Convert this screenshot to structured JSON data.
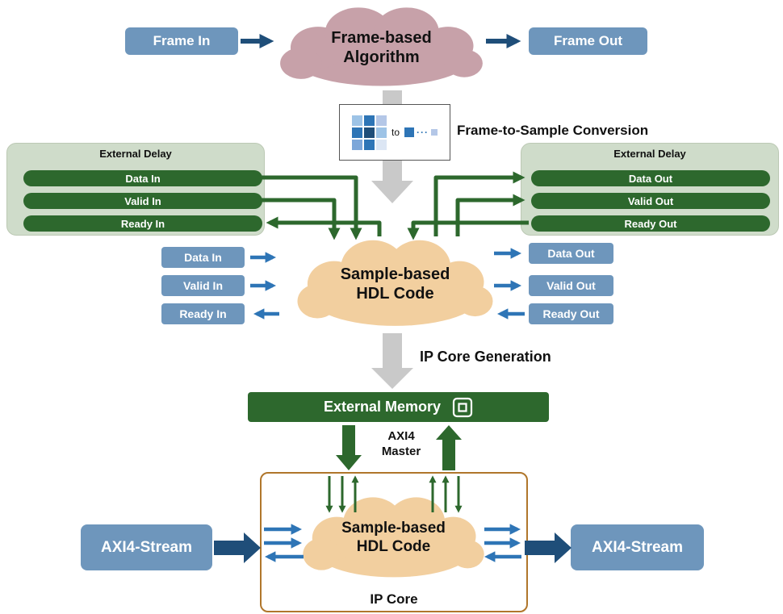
{
  "colors": {
    "box_blue": "#6e96bc",
    "arrow_dark_blue": "#1f4e79",
    "arrow_blue": "#2e75b6",
    "dark_green": "#2d682d",
    "panel_light_green": "#cfdcca",
    "cloud_mauve": "#c7a1a9",
    "cloud_tan": "#f2cf9f",
    "arrow_gray": "#c9c9c9",
    "ip_core_border": "#b0762b"
  },
  "top": {
    "frame_in": "Frame In",
    "frame_out": "Frame Out",
    "cloud_line1": "Frame-based",
    "cloud_line2": "Algorithm"
  },
  "conversion": {
    "to": "to",
    "dots": "···",
    "label": "Frame-to-Sample Conversion",
    "icon": "frame-to-sample-thumbnail"
  },
  "delay_left": {
    "title": "External Delay",
    "bars": [
      "Data In",
      "Valid In",
      "Ready In"
    ]
  },
  "delay_right": {
    "title": "External Delay",
    "bars": [
      "Data Out",
      "Valid Out",
      "Ready Out"
    ]
  },
  "mid": {
    "cloud_line1": "Sample-based",
    "cloud_line2": "HDL Code",
    "left_labels": [
      "Data In",
      "Valid In",
      "Ready In"
    ],
    "right_labels": [
      "Data Out",
      "Valid Out",
      "Ready Out"
    ]
  },
  "generation": {
    "label": "IP Core Generation"
  },
  "memory": {
    "label": "External Memory",
    "icon": "memory-chip-icon"
  },
  "axi_master": {
    "line1": "AXI4",
    "line2": "Master"
  },
  "bottom": {
    "cloud_line1": "Sample-based",
    "cloud_line2": "HDL Code",
    "ip_core_label": "IP Core",
    "axi_left": "AXI4-Stream",
    "axi_right": "AXI4-Stream"
  }
}
